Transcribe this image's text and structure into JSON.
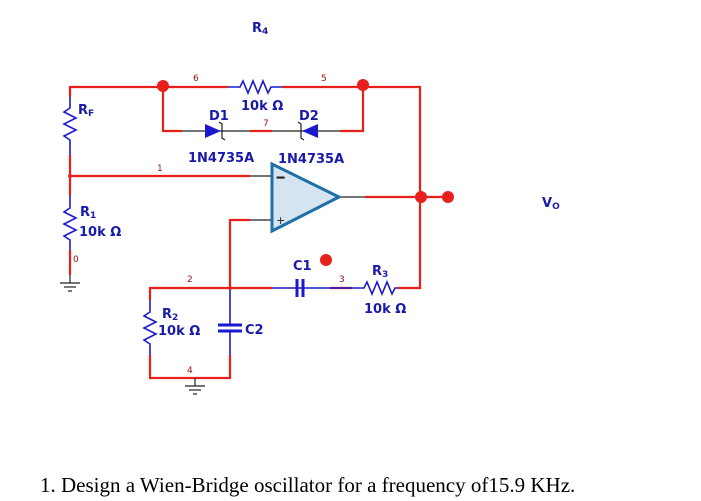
{
  "circuit": {
    "components": {
      "R4": {
        "name": "R",
        "sub": "4",
        "value": "10k Ω"
      },
      "RF": {
        "name": "R",
        "sub": "F"
      },
      "R1": {
        "name": "R",
        "sub": "1",
        "value": "10k Ω"
      },
      "R2": {
        "name": "R",
        "sub": "2",
        "value": "10k Ω"
      },
      "R3": {
        "name": "R",
        "sub": "3",
        "value": "10k Ω"
      },
      "D1": {
        "name": "D1",
        "part": "1N4735A"
      },
      "D2": {
        "name": "D2",
        "part": "1N4735A"
      },
      "C1": {
        "name": "C1"
      },
      "C2": {
        "name": "C2"
      }
    },
    "nodes": [
      "0",
      "1",
      "2",
      "3",
      "4",
      "5",
      "6",
      "7"
    ],
    "output": {
      "name": "V",
      "sub": "O"
    },
    "opamp": {
      "minus": "−",
      "plus": "+"
    },
    "colors": {
      "wire": "#e8201c",
      "component": "#1a1acc",
      "opamp_fill": "#d6e3f0",
      "opamp_stroke": "#1f6fa8"
    }
  },
  "question": "1. Design a Wien-Bridge oscillator for a frequency of15.9  KHz."
}
